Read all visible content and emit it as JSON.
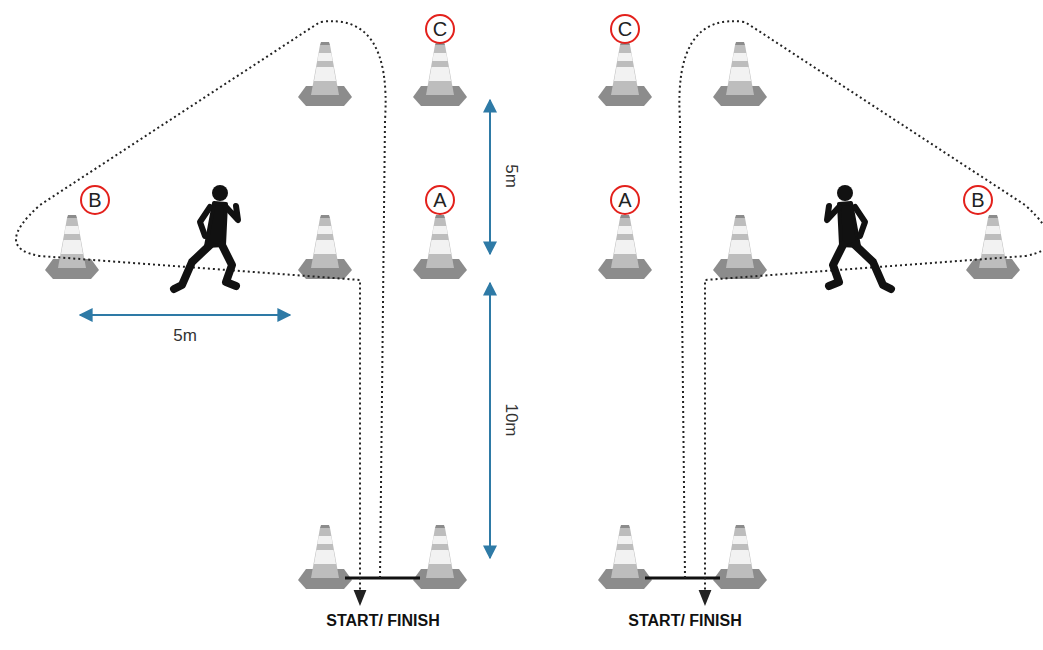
{
  "diagram": {
    "nodes": [
      {
        "text": [
          "C"
        ]
      },
      {
        "text": [
          "C"
        ]
      },
      {
        "text": [
          "B"
        ]
      },
      {
        "text": [
          "A"
        ]
      },
      {
        "text": [
          "A"
        ]
      },
      {
        "text": [
          "B"
        ]
      }
    ],
    "labels": [
      "5m",
      "5m",
      "10m",
      "START/ FINISH",
      "START/ FINISH"
    ]
  }
}
